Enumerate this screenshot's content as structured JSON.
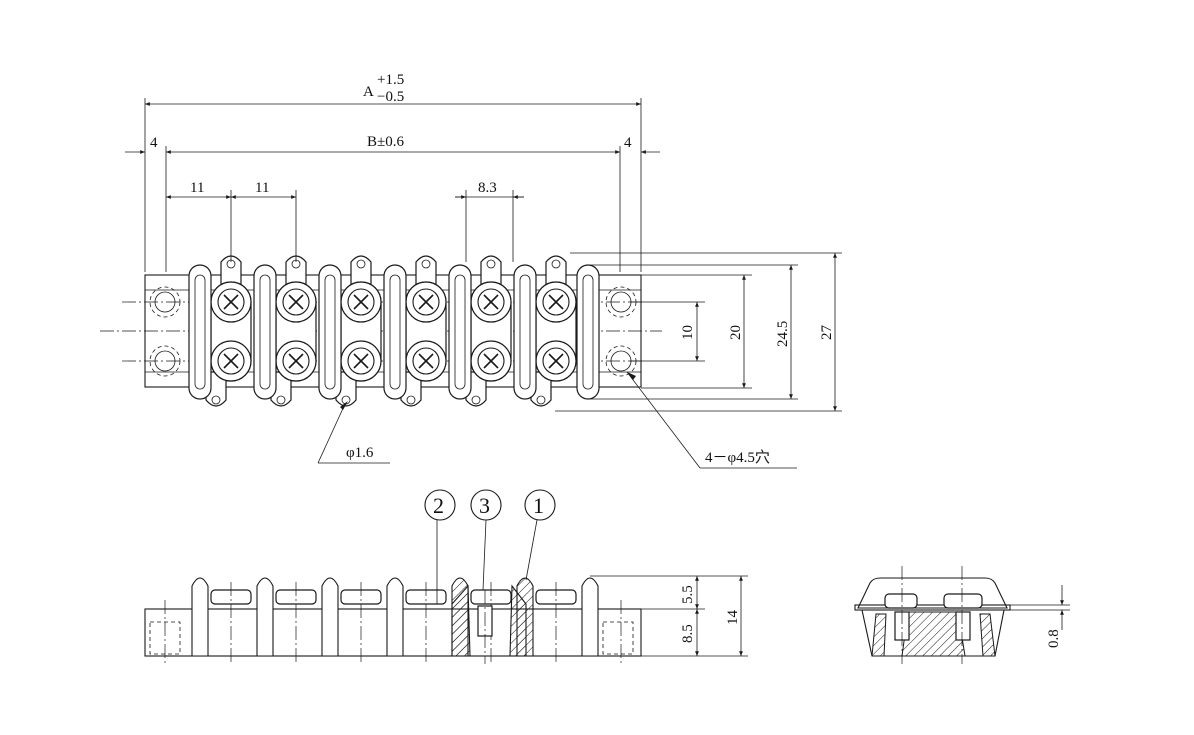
{
  "drawing": {
    "dimensions": {
      "overall_length": {
        "label": "A",
        "tol_upper": "+1.5",
        "tol_lower": "−0.5"
      },
      "mount_pitch": {
        "label": "B±0.6"
      },
      "end_offset_left": "4",
      "end_offset_right": "4",
      "pitch_1": "11",
      "pitch_2": "11",
      "barrier_pitch": "8.3",
      "row_spacing": "10",
      "height_20": "20",
      "height_24_5": "24.5",
      "height_27": "27",
      "pin_hole": "φ1.6",
      "mount_holes": "4－φ4.5穴",
      "side_upper": "5.5",
      "side_lower": "8.5",
      "side_total": "14",
      "end_thickness": "0.8"
    },
    "callouts": [
      "2",
      "3",
      "1"
    ],
    "terminal_count": 6
  }
}
